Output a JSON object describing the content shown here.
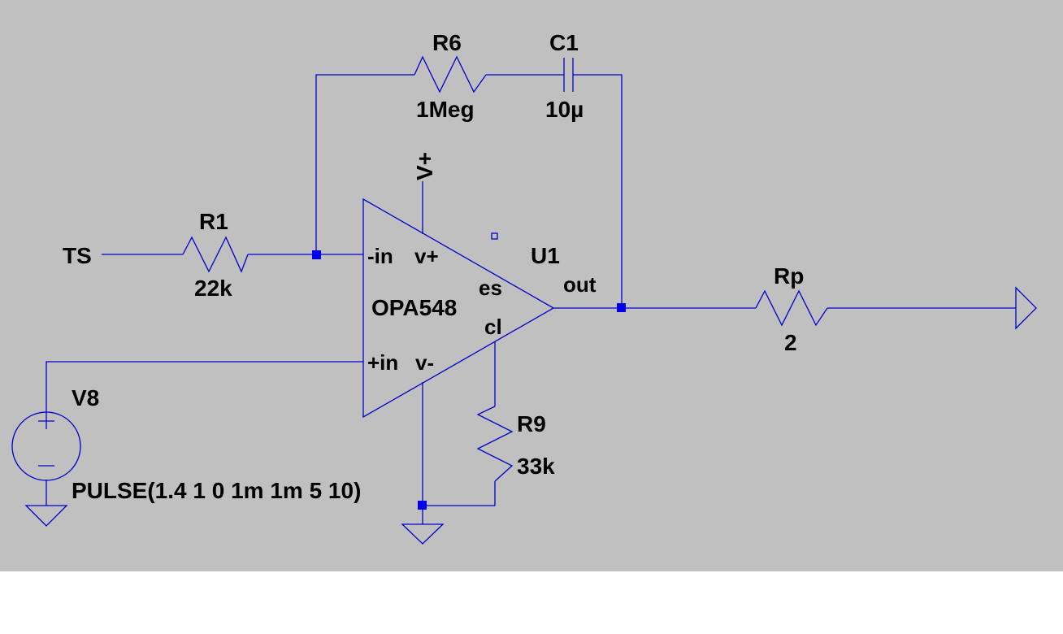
{
  "schematic": {
    "background_color": "#c0c0c0",
    "wire_color": "#0000cc",
    "text_color": "#000000",
    "net_labels": {
      "input": "TS",
      "supply": "V+"
    },
    "components": {
      "R1": {
        "name": "R1",
        "value": "22k"
      },
      "R6": {
        "name": "R6",
        "value": "1Meg"
      },
      "C1": {
        "name": "C1",
        "value": "10µ"
      },
      "R9": {
        "name": "R9",
        "value": "33k"
      },
      "Rp": {
        "name": "Rp",
        "value": "2"
      },
      "V8": {
        "name": "V8",
        "value": "PULSE(1.4 1 0 1m 1m 5 10)"
      },
      "U1": {
        "name": "U1",
        "model": "OPA548",
        "pins": {
          "in_minus": "-in",
          "in_plus": "+in",
          "v_plus": "v+",
          "v_minus": "v-",
          "es": "es",
          "cl": "cl",
          "out": "out"
        }
      }
    },
    "source_symbols": {
      "plus": "+",
      "minus": "−"
    },
    "icons": [
      "ground-icon",
      "resistor-icon",
      "capacitor-icon",
      "voltage-source-icon",
      "opamp-icon",
      "junction-icon"
    ]
  }
}
